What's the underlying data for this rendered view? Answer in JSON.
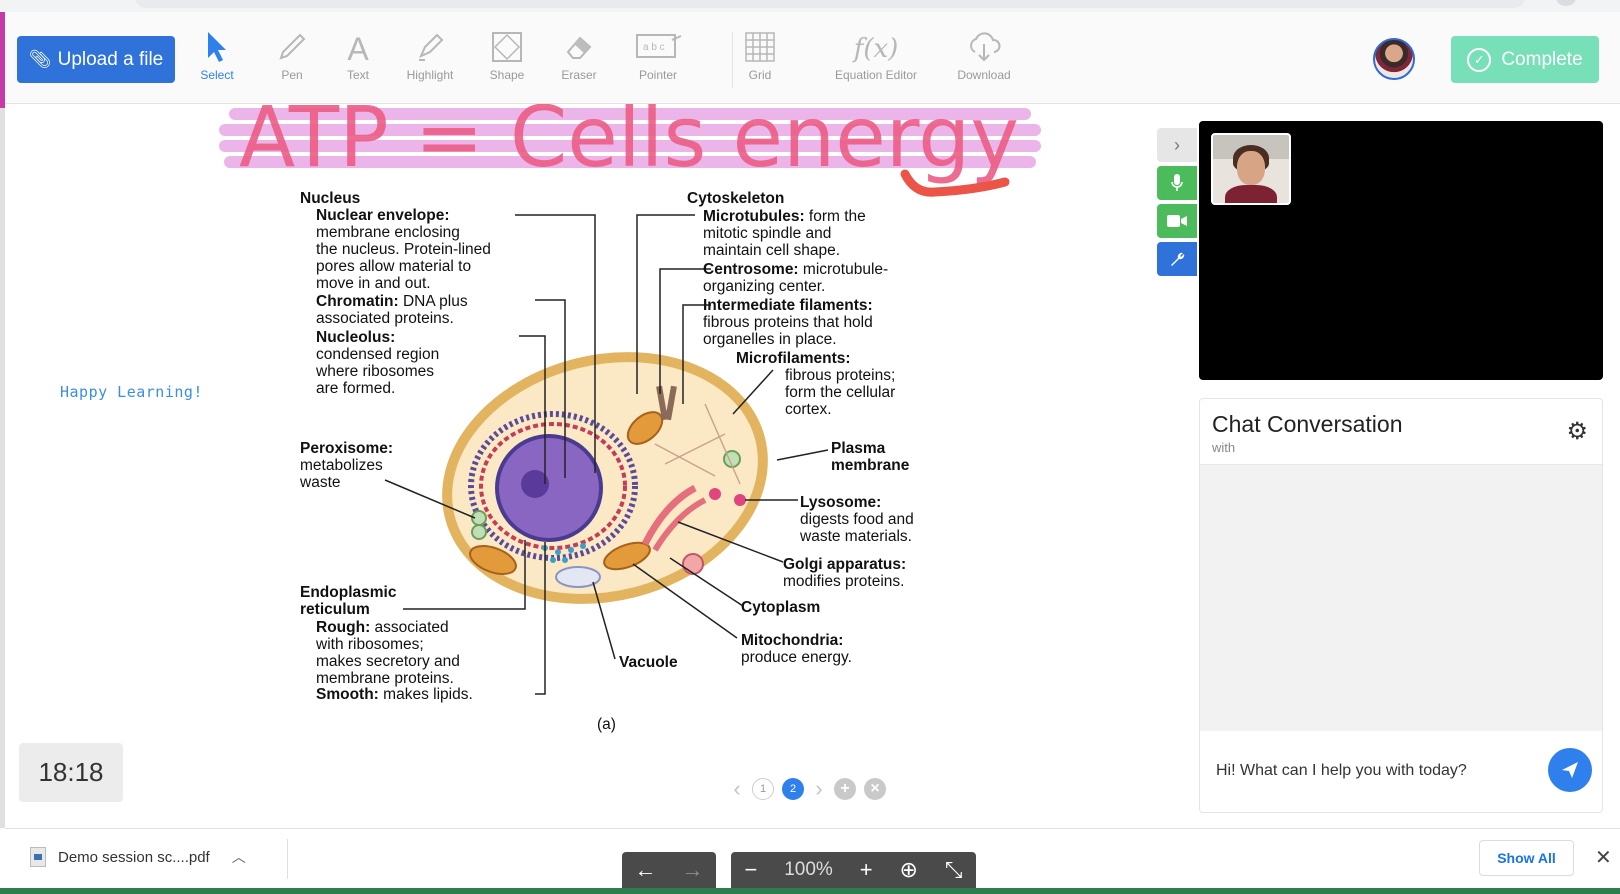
{
  "toolbar": {
    "upload_label": "Upload a file",
    "tools": [
      {
        "icon": "cursor-icon",
        "label": "Select",
        "active": true
      },
      {
        "icon": "pen-icon",
        "label": "Pen"
      },
      {
        "icon": "text-icon",
        "label": "Text"
      },
      {
        "icon": "highlight-icon",
        "label": "Highlight"
      },
      {
        "icon": "shape-icon",
        "label": "Shape"
      },
      {
        "icon": "eraser-icon",
        "label": "Eraser"
      },
      {
        "icon": "pointer-icon",
        "label": "Pointer"
      },
      {
        "icon": "grid-icon",
        "label": "Grid"
      },
      {
        "icon": "function-icon",
        "label": "Equation Editor"
      },
      {
        "icon": "cloud-download-icon",
        "label": "Download"
      }
    ],
    "complete_label": "Complete",
    "accent": "#2f72d9",
    "complete_color": "#77e0b8"
  },
  "board": {
    "handwritten_title": "ATP = Cells energy",
    "happy_text": "Happy Learning!",
    "figure_caption": "(a)",
    "labels": {
      "nucleus": "Nucleus",
      "nuclear_envelope_h": "Nuclear envelope:",
      "nuclear_envelope_t1": "membrane enclosing",
      "nuclear_envelope_t2": "the nucleus. Protein-lined",
      "nuclear_envelope_t3": "pores allow material to",
      "nuclear_envelope_t4": "move in and out.",
      "chromatin_h": "Chromatin:",
      "chromatin_t1": " DNA plus",
      "chromatin_t2": "associated proteins.",
      "nucleolus_h": "Nucleolus:",
      "nucleolus_t1": "condensed region",
      "nucleolus_t2": "where ribosomes",
      "nucleolus_t3": "are formed.",
      "peroxisome_h": "Peroxisome:",
      "peroxisome_t1": "metabolizes",
      "peroxisome_t2": "waste",
      "er_h1": "Endoplasmic",
      "er_h2": "reticulum",
      "rough_h": "Rough:",
      "rough_t1": " associated",
      "rough_t2": "with ribosomes;",
      "rough_t3": "makes secretory and",
      "rough_t4": "membrane proteins.",
      "smooth_h": "Smooth:",
      "smooth_t1": " makes lipids.",
      "vacuole": "Vacuole",
      "cytoskeleton": "Cytoskeleton",
      "microtubules_h": "Microtubules:",
      "microtubules_t1": " form the",
      "microtubules_t2": "mitotic spindle and",
      "microtubules_t3": "maintain cell shape.",
      "centrosome_h": "Centrosome:",
      "centrosome_t1": " microtubule-",
      "centrosome_t2": "organizing center.",
      "intermediate_h": "Intermediate filaments:",
      "intermediate_t1": "fibrous proteins that hold",
      "intermediate_t2": "organelles in place.",
      "microfilaments_h": "Microfilaments:",
      "microfilaments_t1": "fibrous proteins;",
      "microfilaments_t2": "form the cellular",
      "microfilaments_t3": "cortex.",
      "plasma_h1": "Plasma",
      "plasma_h2": "membrane",
      "lysosome_h": "Lysosome:",
      "lysosome_t1": "digests food and",
      "lysosome_t2": "waste materials.",
      "golgi_h": "Golgi apparatus:",
      "golgi_t1": "modifies proteins.",
      "cytoplasm": "Cytoplasm",
      "mito_h": "Mitochondria:",
      "mito_t1": "produce energy."
    },
    "timer": "18:18",
    "pager": {
      "pages": [
        "1",
        "2"
      ],
      "current": "2"
    }
  },
  "video_tools": [
    "chevron-right-icon",
    "microphone-icon",
    "camera-icon",
    "wrench-icon"
  ],
  "chat": {
    "title": "Chat Conversation",
    "subtitle": "with",
    "input_value": "Hi! What can I help you with today?"
  },
  "downloads": {
    "file_name": "Demo session sc....pdf",
    "show_all": "Show All"
  },
  "pdf_controls": {
    "zoom": "100%"
  }
}
